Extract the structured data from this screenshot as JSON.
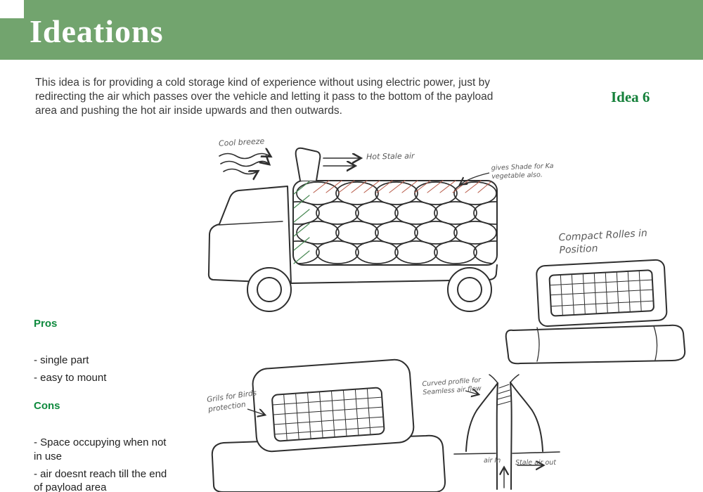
{
  "header": {
    "title": "Ideations"
  },
  "intro": {
    "text": "This idea is for providing a cold storage kind of experience without using electric power, just by redirecting the air which passes over the vehicle and letting it pass to the bottom of the payload area and pushing the hot air inside upwards and then outwards.",
    "idea_label": "Idea 6"
  },
  "pros": {
    "heading": "Pros",
    "items": [
      "- single part",
      "- easy to mount"
    ]
  },
  "cons": {
    "heading": "Cons",
    "items": [
      "- Space occupying when not in use",
      "- air doesnt reach till the end of payload area"
    ]
  },
  "annotations": {
    "cool_breeze": "Cool breeze",
    "hot_stale_air": "Hot Stale air",
    "gives_shade": "gives Shade for Ka vegetable also.",
    "compact_rollers": "Compact Rolles in Position",
    "grills": "Grils for Birds protection",
    "curved_profile": "Curved profile for Seamless air flow",
    "air_in": "air In",
    "stale_air_out": "Stale air out"
  },
  "colors": {
    "header_green": "#72a46e",
    "accent_green": "#0f8a3e",
    "sketch_ink": "#2e2e2e",
    "hatch_red": "#b85c4a",
    "hatch_green": "#4a8a55"
  }
}
